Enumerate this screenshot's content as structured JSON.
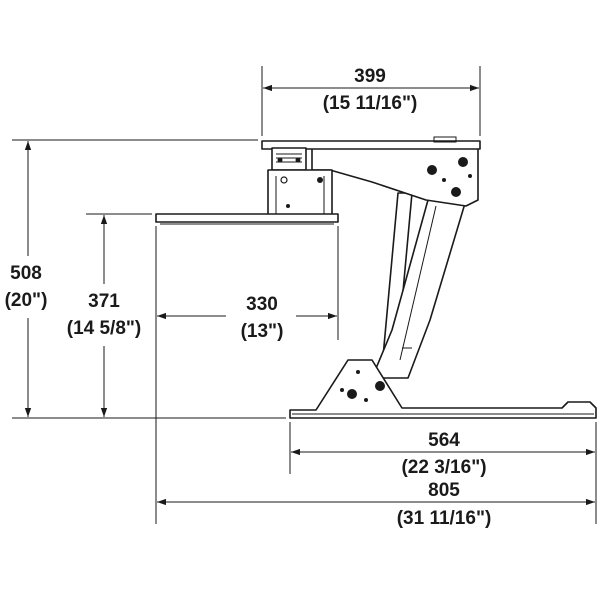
{
  "dimensions": {
    "top_width": {
      "mm": "399",
      "inch": "(15 11/16\")"
    },
    "total_height": {
      "mm": "508",
      "inch": "(20\")"
    },
    "platform_height": {
      "mm": "371",
      "inch": "(14 5/8\")"
    },
    "platform_reach": {
      "mm": "330",
      "inch": "(13\")"
    },
    "base_length": {
      "mm": "564",
      "inch": "(22 3/16\")"
    },
    "overall_length": {
      "mm": "805",
      "inch": "(31 11/16\")"
    }
  },
  "colors": {
    "ink": "#1a1a1a",
    "background": "#ffffff"
  }
}
